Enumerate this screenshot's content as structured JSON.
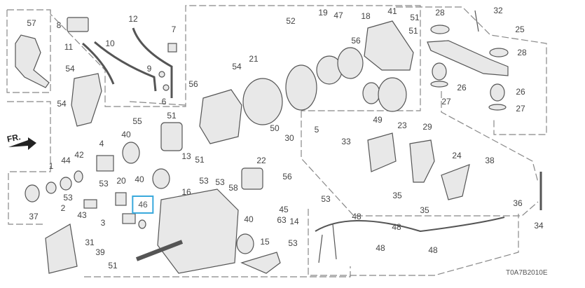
{
  "diagram": {
    "drawing_code": "T0A7B2010E",
    "direction_label": "FR.",
    "highlighted_part": "46",
    "highlight_color": "#39a9dc",
    "part_labels": [
      "57",
      "8",
      "12",
      "7",
      "11",
      "10",
      "9",
      "6",
      "54",
      "54",
      "56",
      "21",
      "54",
      "52",
      "19",
      "47",
      "18",
      "41",
      "51",
      "51",
      "56",
      "28",
      "32",
      "25",
      "28",
      "26",
      "27",
      "26",
      "27",
      "55",
      "40",
      "51",
      "50",
      "30",
      "5",
      "33",
      "49",
      "23",
      "29",
      "4",
      "44",
      "42",
      "1",
      "13",
      "51",
      "22",
      "56",
      "20",
      "40",
      "53",
      "53",
      "53",
      "58",
      "16",
      "24",
      "38",
      "35",
      "35",
      "36",
      "53",
      "45",
      "63",
      "14",
      "46",
      "53",
      "2",
      "43",
      "37",
      "3",
      "31",
      "39",
      "51",
      "40",
      "15",
      "53",
      "48",
      "48",
      "48",
      "48",
      "34"
    ]
  }
}
